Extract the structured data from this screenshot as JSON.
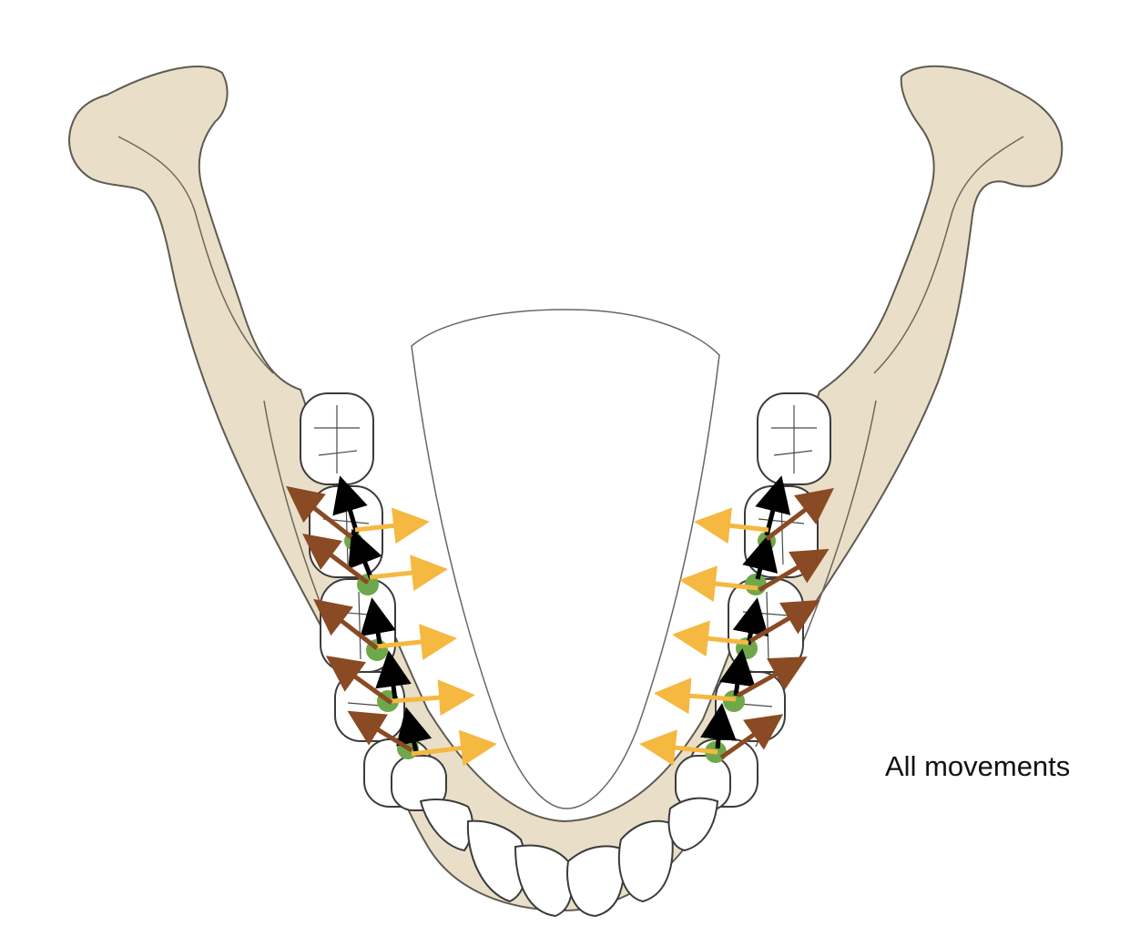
{
  "caption": "All movements",
  "colors": {
    "bone": "#e9dfc8",
    "tooth": "#ffffff",
    "contact_point": "#6fa84a",
    "black_arrow": "#000000",
    "yellow_arrow": "#f5b840",
    "brown_arrow": "#8a4a23"
  },
  "arrow_sets": [
    {
      "side": "left",
      "points": 5
    },
    {
      "side": "right",
      "points": 5
    }
  ]
}
